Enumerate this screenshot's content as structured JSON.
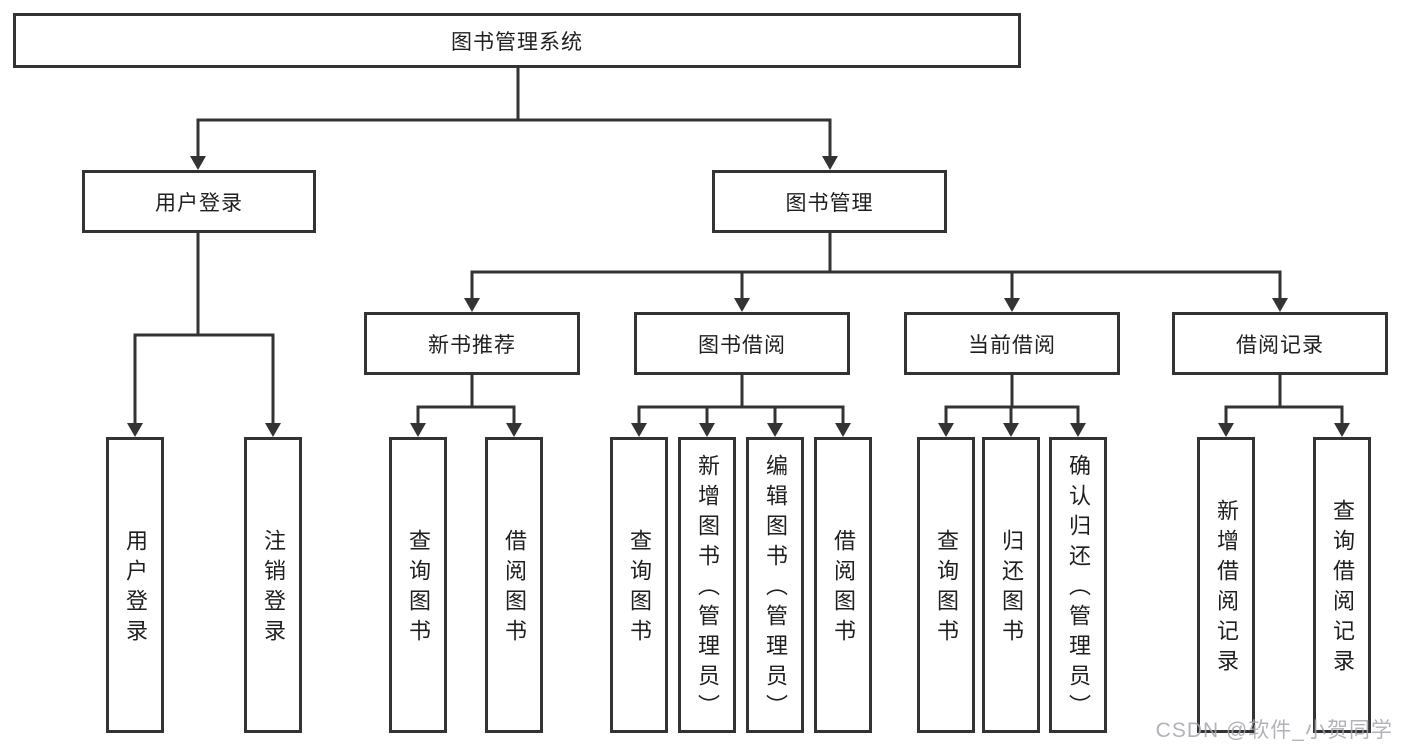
{
  "tree": {
    "root": {
      "label": "图书管理系统"
    },
    "children": [
      {
        "label": "用户登录",
        "children": [
          {
            "label": "用户登录"
          },
          {
            "label": "注销登录"
          }
        ]
      },
      {
        "label": "图书管理",
        "children": [
          {
            "label": "新书推荐",
            "children": [
              {
                "label": "查询图书"
              },
              {
                "label": "借阅图书"
              }
            ]
          },
          {
            "label": "图书借阅",
            "children": [
              {
                "label": "查询图书"
              },
              {
                "label": "新增图书（管理员）"
              },
              {
                "label": "编辑图书（管理员）"
              },
              {
                "label": "借阅图书"
              }
            ]
          },
          {
            "label": "当前借阅",
            "children": [
              {
                "label": "查询图书"
              },
              {
                "label": "归还图书"
              },
              {
                "label": "确认归还（管理员）"
              }
            ]
          },
          {
            "label": "借阅记录",
            "children": [
              {
                "label": "新增借阅记录"
              },
              {
                "label": "查询借阅记录"
              }
            ]
          }
        ]
      }
    ]
  },
  "watermark": {
    "text": "CSDN @软件_小贺同学"
  },
  "colors": {
    "line": "#333333",
    "text": "#1f1f1f",
    "background": "#ffffff",
    "watermark": "#a5a5ac"
  }
}
